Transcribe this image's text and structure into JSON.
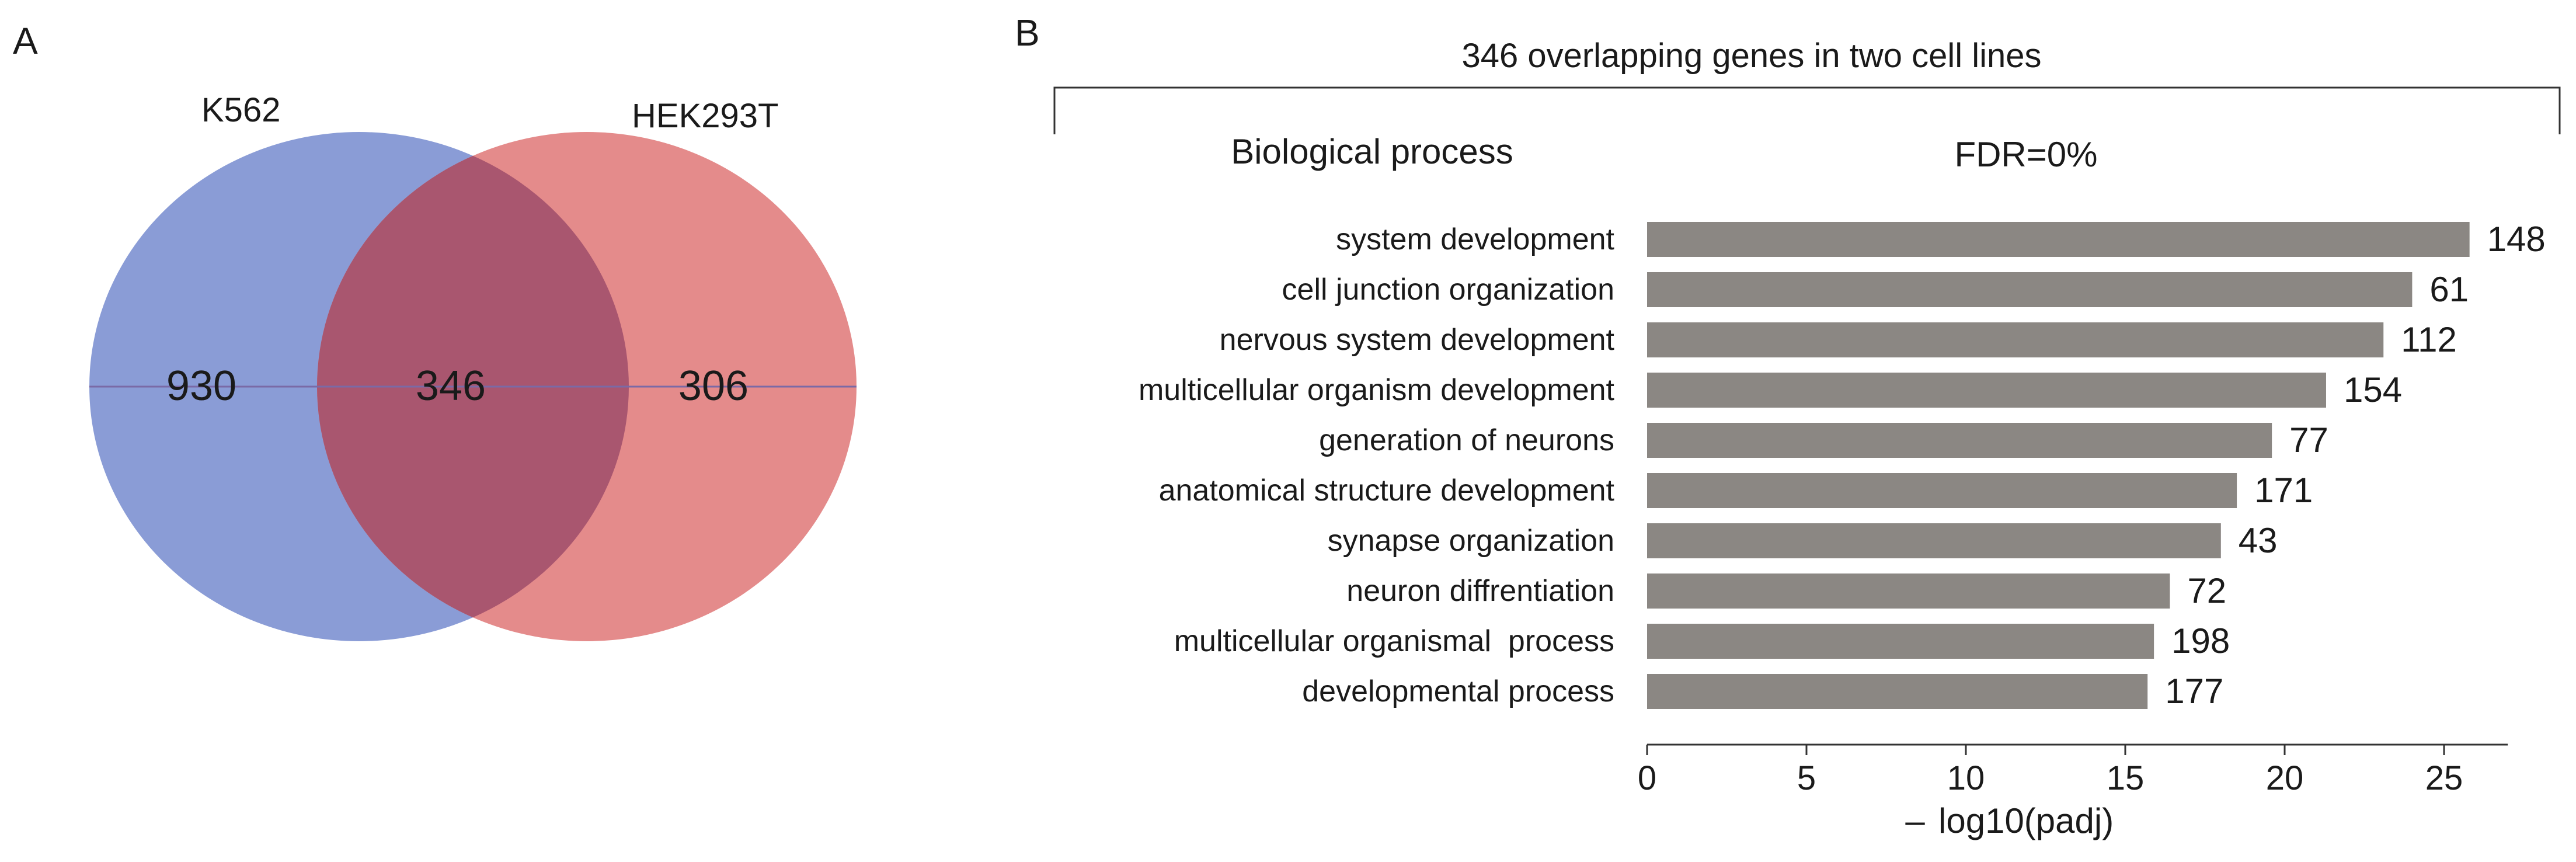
{
  "panels": [
    {
      "letter": "A"
    },
    {
      "letter": "B"
    }
  ],
  "venn": {
    "set_a_label": "K562",
    "set_b_label": "HEK293T",
    "only_a": "930",
    "overlap": "346",
    "only_b": "306",
    "colors": {
      "set_a": "#8a9cd6",
      "set_b": "#e48b8b",
      "overlap": "#a9566f"
    }
  },
  "bars": {
    "title": "346 overlapping genes in two cell lines",
    "category_header": "Biological process",
    "value_header": "FDR=0%",
    "bar_color": "#8b8783"
  },
  "chart_data": {
    "type": "bar",
    "orientation": "horizontal",
    "categories": [
      "system development",
      "cell junction organization",
      "nervous system development",
      "multicellular organism development",
      "generation of neurons",
      "anatomical structure development",
      "synapse organization",
      "neuron diffrentiation",
      "multicellular organismal  process",
      "developmental process"
    ],
    "values": [
      25.8,
      24.0,
      23.1,
      21.3,
      19.6,
      18.5,
      18.0,
      16.4,
      15.9,
      15.7
    ],
    "gene_counts": [
      "148",
      "61",
      "112",
      "154",
      "77",
      "171",
      "43",
      "72",
      "198",
      "177"
    ],
    "xlabel": "log10(padj)",
    "xlabel_prefix": "–",
    "xlim": [
      0,
      27
    ],
    "xticks": [
      0,
      5,
      10,
      15,
      20,
      25
    ],
    "grid": false
  }
}
